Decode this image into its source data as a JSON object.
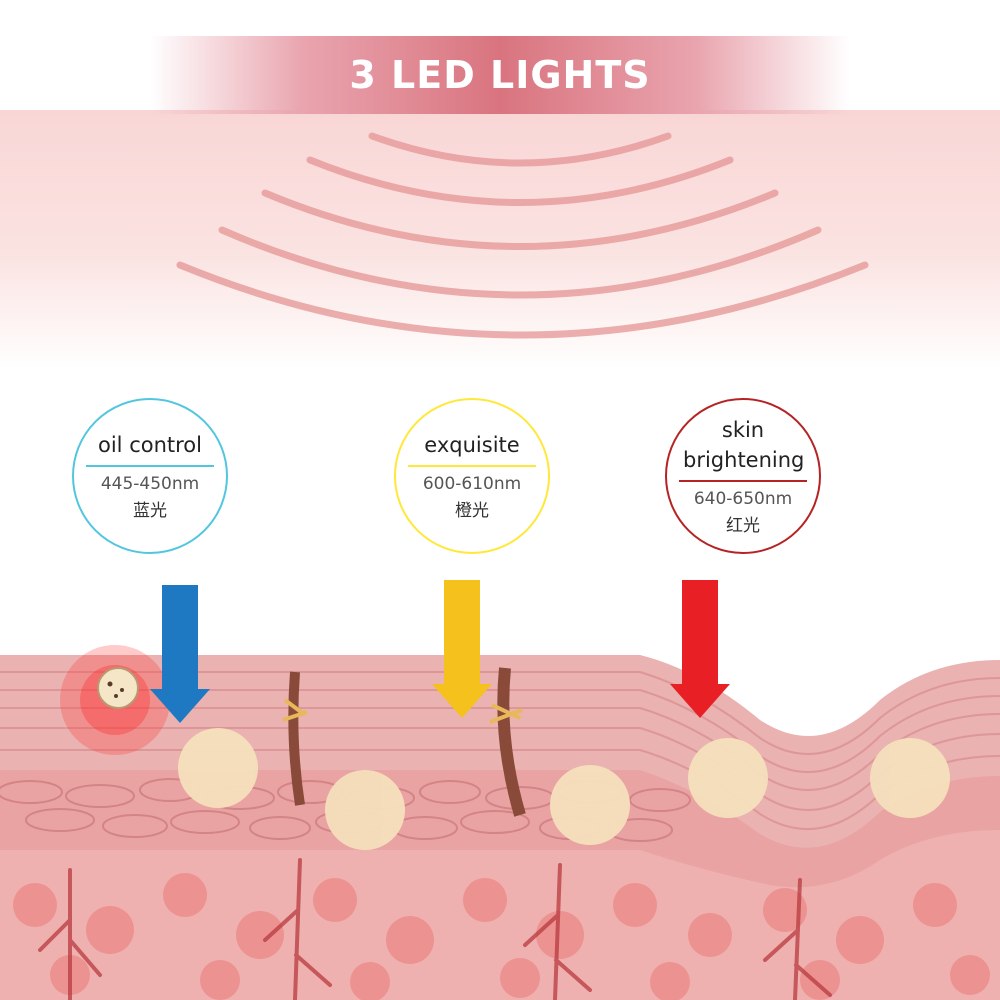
{
  "title": "3 LED LIGHTS",
  "lights": [
    {
      "name": "oil control",
      "wavelength": "445-450nm",
      "chinese": "蓝光",
      "color": "#1f7bc3",
      "ring_color": "#53c6df",
      "arrow_color": "#1f78c2"
    },
    {
      "name": "exquisite",
      "wavelength": "600-610nm",
      "chinese": "橙光",
      "color": "#f2c51c",
      "ring_color": "#ffe83a",
      "arrow_color": "#f5c21d"
    },
    {
      "name": "skin brightening",
      "wavelength": "640-650nm",
      "chinese": "红光",
      "color": "#e52125",
      "ring_color": "#b52324",
      "arrow_color": "#e81f25"
    }
  ],
  "colors": {
    "skin_surface": "#eab2b0",
    "skin_mid": "#e59a9b",
    "dermis": "#e8a7a6",
    "cell": "#ec8f8e",
    "vessel": "#b83a3f",
    "glow": "#f9d6d6"
  }
}
